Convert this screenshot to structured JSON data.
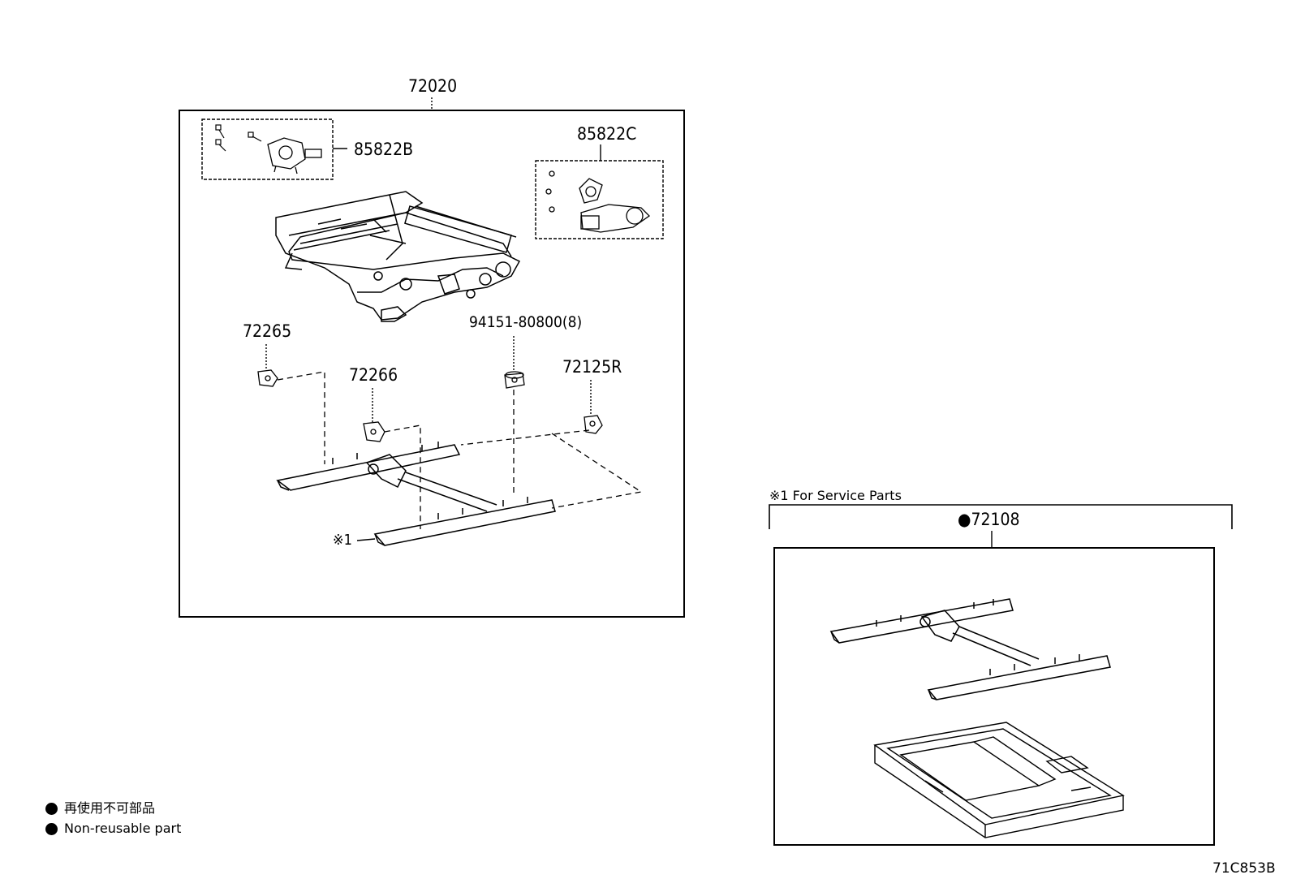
{
  "parts": {
    "assembly_main": "72020",
    "motor_b": "85822B",
    "motor_c": "85822C",
    "bracket_1": "72265",
    "bracket_2": "72266",
    "nut": "94151-80800(8)",
    "bracket_r": "72125R",
    "ref_mark": "※1",
    "service_note": "※1 For Service Parts",
    "service_part": "●72108"
  },
  "legend": [
    {
      "symbol": "●",
      "text": "再使用不可部品"
    },
    {
      "symbol": "●",
      "text": "Non-reusable part"
    }
  ],
  "diagram_code": "71C853B"
}
